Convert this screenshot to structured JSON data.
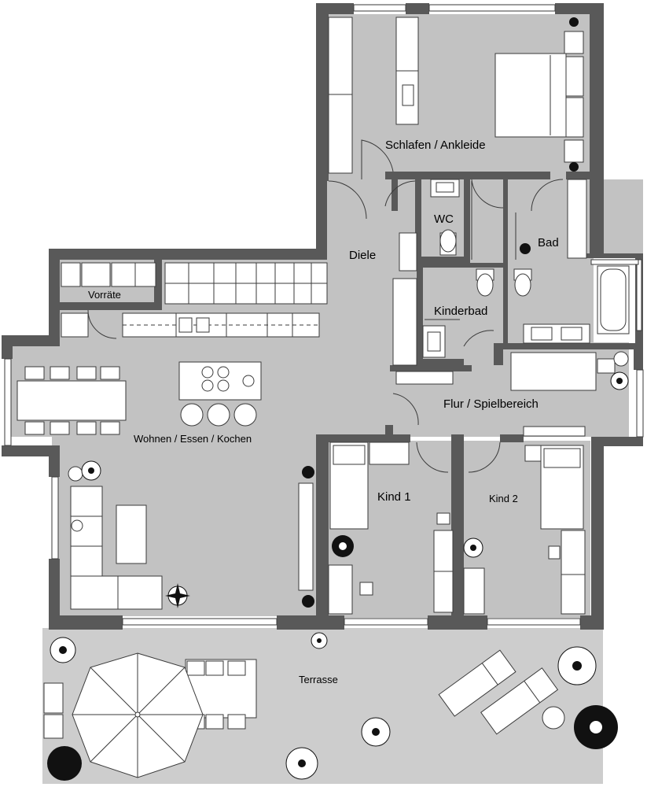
{
  "rooms": {
    "schlafen": "Schlafen / Ankleide",
    "wc": "WC",
    "bad": "Bad",
    "diele": "Diele",
    "kinderbad": "Kinderbad",
    "vorraete": "Vorräte",
    "flur": "Flur / Spielbereich",
    "wohnen": "Wohnen / Essen / Kochen",
    "kind1": "Kind 1",
    "kind2": "Kind 2",
    "terrasse": "Terrasse"
  },
  "colors": {
    "wall": "#595959",
    "floor": "#c2c2c2",
    "terrace": "#cdcdcd",
    "furniture": "#ffffff"
  }
}
